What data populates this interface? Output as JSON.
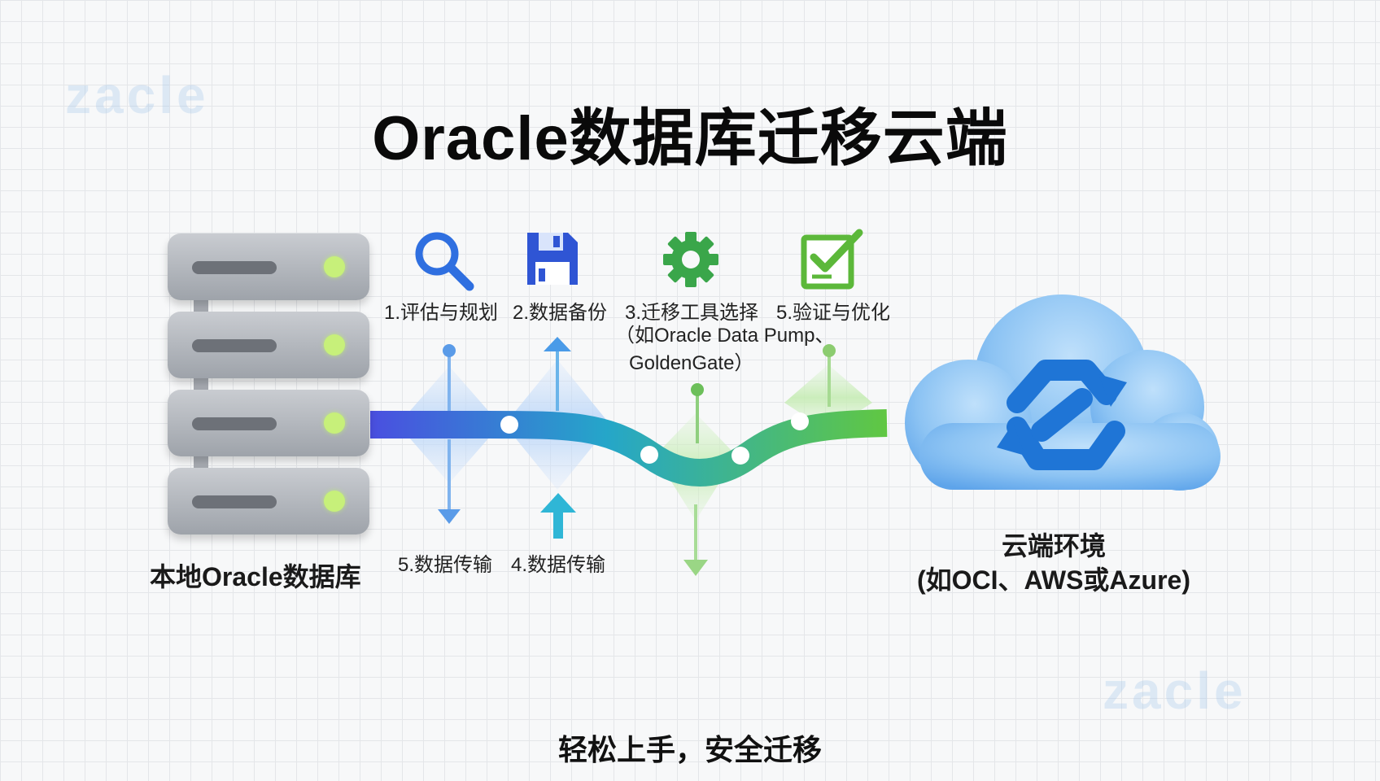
{
  "title": "Oracle数据库迁移云端",
  "watermark_text": "zacle",
  "source": {
    "label": "本地Oracle数据库",
    "icon": "server-rack-icon"
  },
  "steps_top": [
    {
      "label": "1.评估与规划",
      "icon": "magnifier-icon",
      "color": "#2f6fe0"
    },
    {
      "label": "2.数据备份",
      "icon": "floppy-disk-icon",
      "color": "#2f55d4"
    },
    {
      "label": "3.迁移工具选择",
      "icon": "gear-icon",
      "color": "#3aa64a"
    },
    {
      "label": "5.验证与优化",
      "icon": "checklist-icon",
      "color": "#5cb83a"
    }
  ],
  "tool_note": {
    "line1": "（如Oracle Data Pump、",
    "line2": "GoldenGate）"
  },
  "steps_bottom": [
    {
      "label": "5.数据传输"
    },
    {
      "label": "4.数据传输"
    }
  ],
  "cloud": {
    "line1": "云端环境",
    "line2": "(如OCI、AWS或Azure)",
    "icon": "cloud-sync-icon",
    "color": "#4a9be8"
  },
  "pipeline_colors": {
    "start": "#4a4fe0",
    "mid": "#25a6c9",
    "end": "#62c83e"
  },
  "subtitle": "轻松上手，安全迁移"
}
